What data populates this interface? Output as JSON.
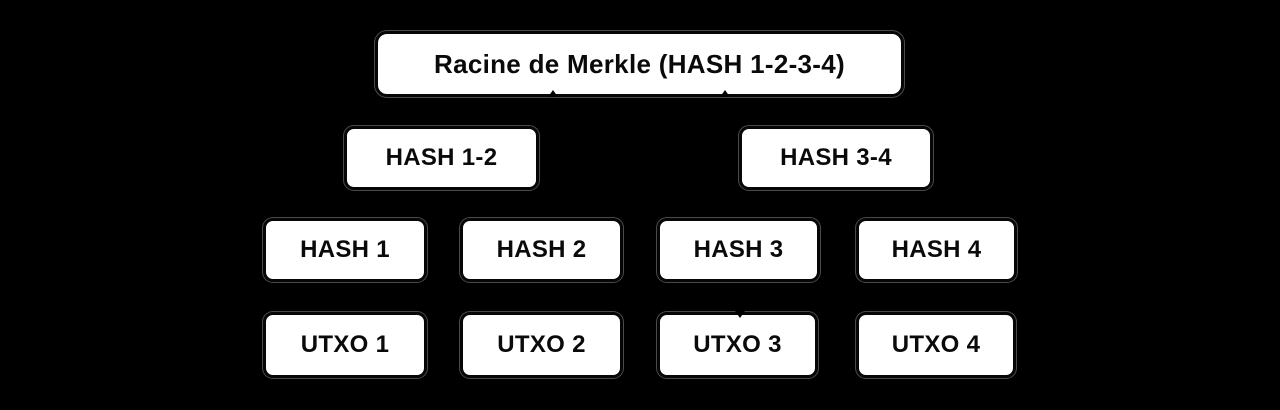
{
  "colors": {
    "background": "#000000",
    "node_fill": "#ffffff",
    "node_border": "#000000",
    "node_rim": "#4a4a4a",
    "node_text": "#0a0a0a"
  },
  "tree": {
    "root": "Racine de Merkle (HASH 1-2-3-4)",
    "pair_hashes": [
      "HASH 1-2",
      "HASH 3-4"
    ],
    "leaf_hashes": [
      "HASH 1",
      "HASH 2",
      "HASH 3",
      "HASH 4"
    ],
    "utxos": [
      "UTXO 1",
      "UTXO 2",
      "UTXO 3",
      "UTXO 4"
    ]
  }
}
